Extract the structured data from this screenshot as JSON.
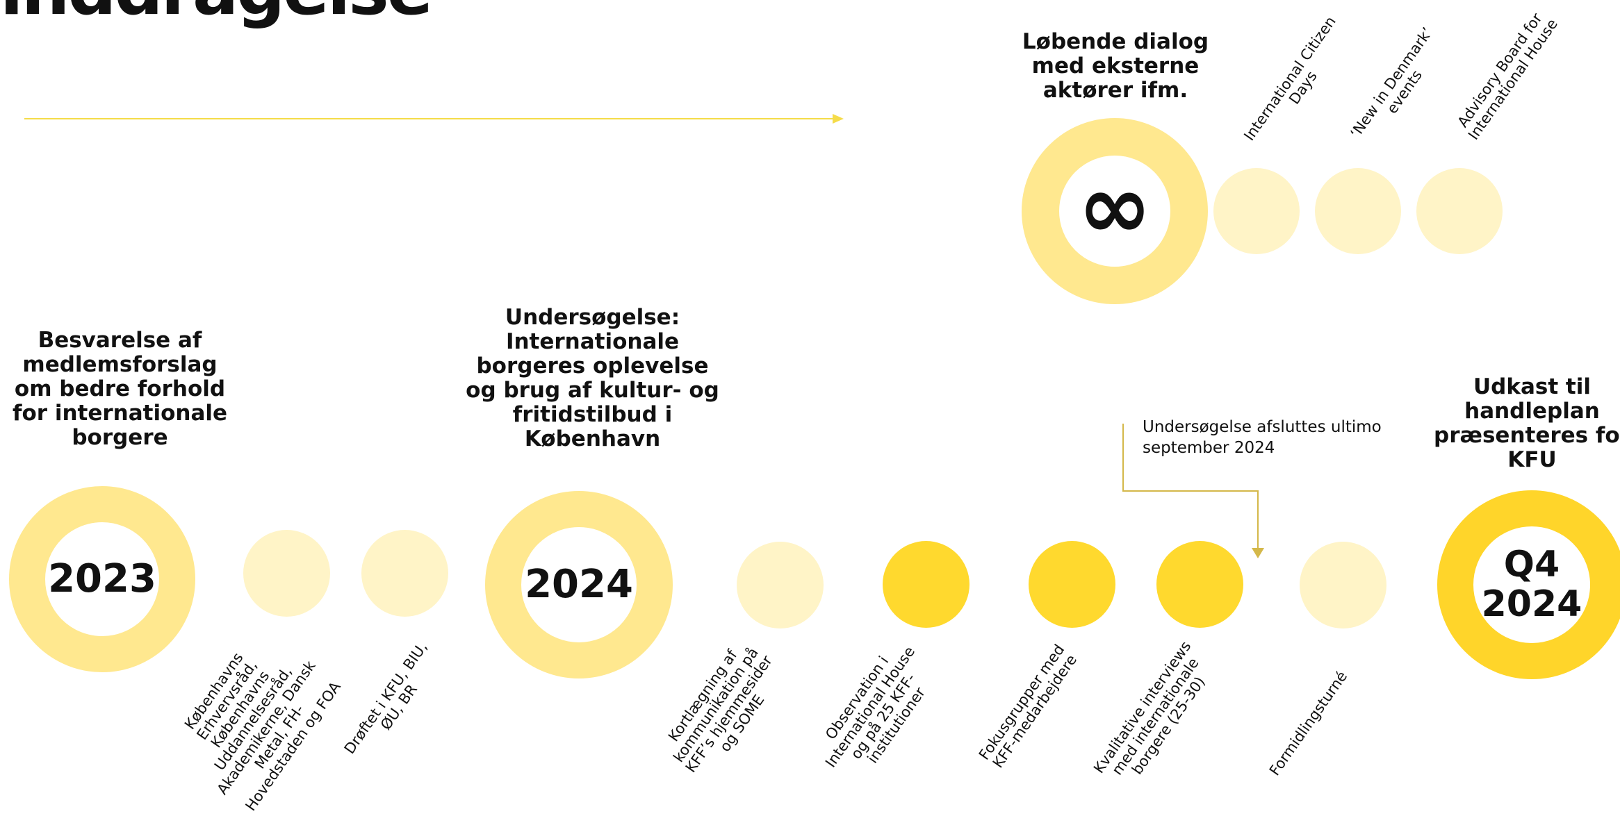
{
  "title": "inddragelse",
  "colors": {
    "ring_light": "#FFE88F",
    "dot_pale": "#FFF4C7",
    "dot_bright": "#FFD92E",
    "ring_bright": "#FFD52A",
    "arrow_yellow": "#F5DC4A",
    "callout_line": "#D4B84A"
  },
  "ongoing": {
    "heading": "Løbende dialog\nmed eksterne\naktører ifm.",
    "icon": "infinity-icon",
    "symbol": "∞",
    "items": [
      "International Citizen\nDays",
      "‘New in Denmark’\nevents",
      "Advisory Board for\nInternational House"
    ]
  },
  "milestones": {
    "m2023": {
      "heading": "Besvarelse af\nmedlemsforslag\nom bedre forhold\nfor internationale\nborgere",
      "label": "2023"
    },
    "m2024": {
      "heading": "Undersøgelse:\nInternationale\nborgeres oplevelse\nog brug af kultur- og\nfritidstilbud i\nKøbenhavn",
      "label": "2024"
    },
    "mq4": {
      "heading": "Udkast til\nhandleplan\npræsenteres for\nKFU",
      "label": "Q4\n2024"
    }
  },
  "steps_2023": [
    "Københavns\nErhvervsråd,\nKøbenhavns\nUddannelsesråd,\nAkademikerne, Dansk\nMetal, FH-\nHovedstaden og FOA",
    "Drøftet i KFU, BIU,\nØU, BR"
  ],
  "steps_2024": [
    "Kortlægning af\nkommunikation på\nKFF’s hjemmesider\nog SOME",
    "Observation i\nInternational House\nog på 25 KFF-\ninstitutioner",
    "Fokusgrupper med\nKFF-medarbejdere",
    "Kvalitative interviews\nmed internationale\nborgere (25-30)",
    "Formidlingsturné"
  ],
  "callout": "Undersøgelse afsluttes ultimo\nseptember 2024"
}
